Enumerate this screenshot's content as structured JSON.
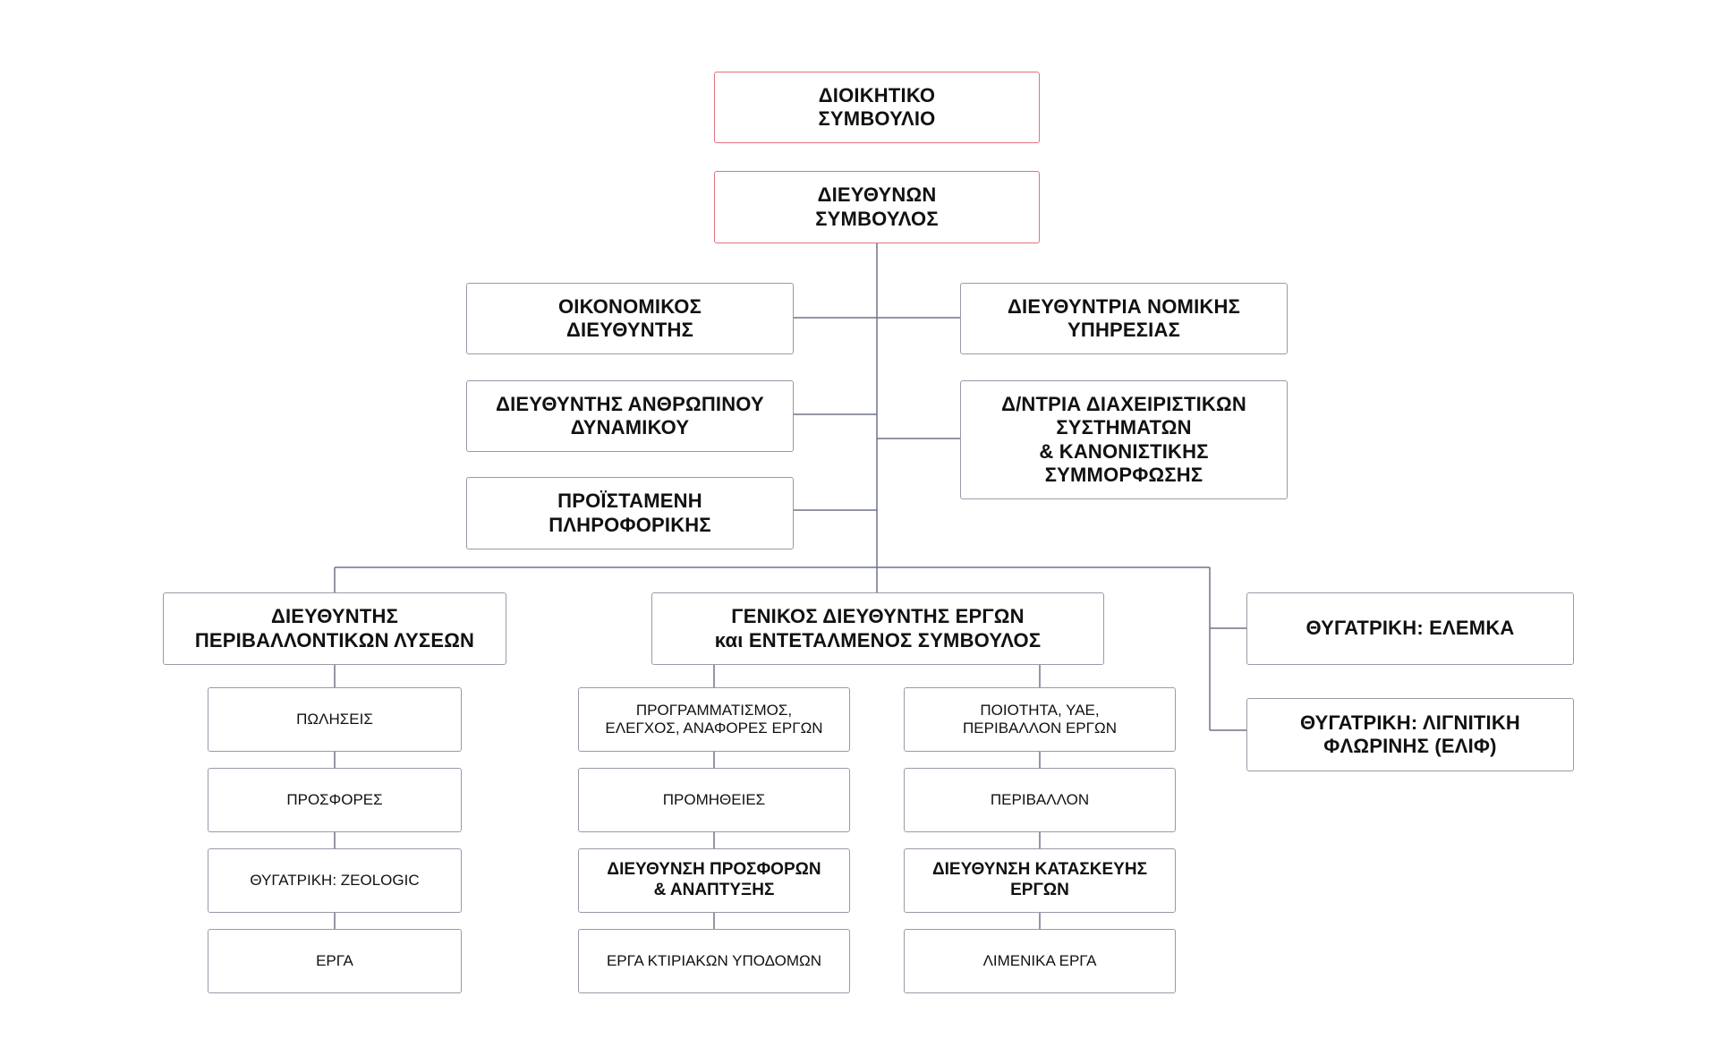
{
  "board": "ΔΙΟΙΚΗΤΙΚΟ\nΣΥΜΒΟΥΛΙΟ",
  "ceo": "ΔΙΕΥΘΥΝΩΝ\nΣΥΜΒΟΥΛΟΣ",
  "staff_left": [
    "ΟΙΚΟΝΟΜΙΚΟΣ\nΔΙΕΥΘΥΝΤΗΣ",
    "ΔΙΕΥΘΥΝΤΗΣ ΑΝΘΡΩΠΙΝΟΥ\nΔΥΝΑΜΙΚΟΥ",
    "ΠΡΟΪΣΤΑΜΕΝΗ\nΠΛΗΡΟΦΟΡΙΚΗΣ"
  ],
  "staff_right": [
    "ΔΙΕΥΘΥΝΤΡΙΑ ΝΟΜΙΚΗΣ\nΥΠΗΡΕΣΙΑΣ",
    "Δ/ΝΤΡΙΑ ΔΙΑΧΕΙΡΙΣΤΙΚΩΝ\nΣΥΣΤΗΜΑΤΩΝ\n& ΚΑΝΟΝΙΣΤΙΚΗΣ\nΣΥΜΜΟΡΦΩΣΗΣ"
  ],
  "env_director": "ΔΙΕΥΘΥΝΤΗΣ\nΠΕΡΙΒΑΛΛΟΝΤΙΚΩΝ ΛΥΣΕΩΝ",
  "env_units": [
    "ΠΩΛΗΣΕΙΣ",
    "ΠΡΟΣΦΟΡΕΣ",
    "ΘΥΓΑΤΡΙΚΗ: ZEOLOGIC",
    "ΕΡΓΑ"
  ],
  "gm": "ΓΕΝΙΚΟΣ ΔΙΕΥΘΥΝΤΗΣ ΕΡΓΩΝ\nκαι ΕΝΤΕΤΑΛΜΕΝΟΣ ΣΥΜΒΟΥΛΟΣ",
  "gm_left_units": [
    {
      "label": "ΠΡΟΓΡΑΜΜΑΤΙΣΜΟΣ,\nΕΛΕΓΧΟΣ, ΑΝΑΦΟΡΕΣ ΕΡΓΩΝ",
      "bold": false
    },
    {
      "label": "ΠΡΟΜΗΘΕΙΕΣ",
      "bold": false
    },
    {
      "label": "ΔΙΕΥΘΥΝΣΗ ΠΡΟΣΦΟΡΩΝ\n& ΑΝΑΠΤΥΞΗΣ",
      "bold": true
    },
    {
      "label": "ΕΡΓΑ ΚΤΙΡΙΑΚΩΝ ΥΠΟΔΟΜΩΝ",
      "bold": false
    }
  ],
  "gm_right_units": [
    {
      "label": "ΠΟΙΟΤΗΤΑ, ΥΑΕ,\nΠΕΡΙΒΑΛΛΟΝ ΕΡΓΩΝ",
      "bold": false
    },
    {
      "label": "ΠΕΡΙΒΑΛΛΟΝ",
      "bold": false
    },
    {
      "label": "ΔΙΕΥΘΥΝΣΗ ΚΑΤΑΣΚΕΥΗΣ\nΕΡΓΩΝ",
      "bold": true
    },
    {
      "label": "ΛΙΜΕΝΙΚΑ ΕΡΓΑ",
      "bold": false
    }
  ],
  "subsidiaries": [
    "ΘΥΓΑΤΡΙΚΗ: ΕΛΕΜΚΑ",
    "ΘΥΓΑΤΡΙΚΗ: ΛΙΓΝΙΤΙΚΗ\nΦΛΩΡΙΝΗΣ (ΕΛΙΦ)"
  ],
  "colors": {
    "top_border": "#e0737f",
    "border": "#9a9aa8",
    "line": "#6f7388"
  }
}
